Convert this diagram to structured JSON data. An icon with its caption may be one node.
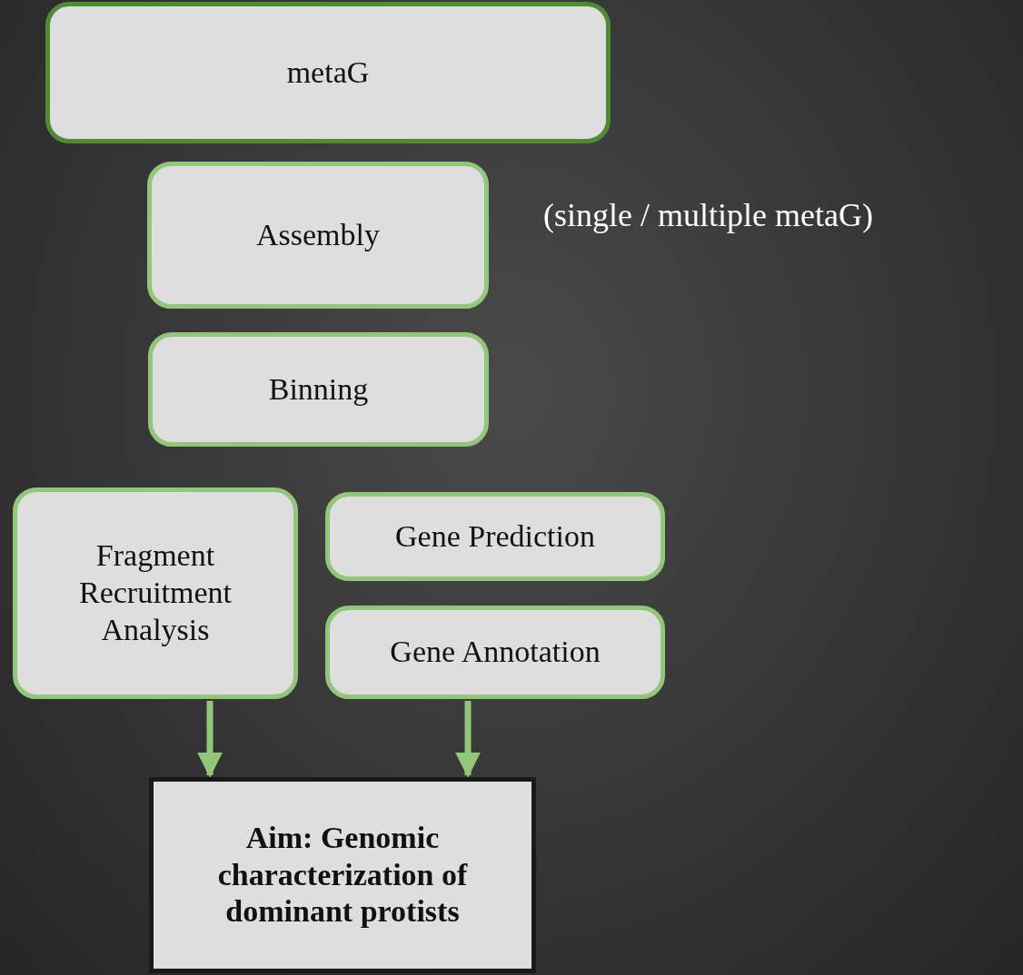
{
  "diagram": {
    "nodes": [
      {
        "text": [
          "metaG"
        ]
      },
      {
        "text": [
          "Assembly"
        ],
        "beside": [
          "(single / multiple metaG)"
        ]
      },
      {
        "text": [
          "Binning"
        ]
      },
      {
        "text": [
          "Fragment Recruitment Analysis"
        ]
      },
      {
        "text": [
          "Gene Prediction"
        ]
      },
      {
        "text": [
          "Gene Annotation"
        ]
      },
      {
        "text": [
          "Aim: Genomic characterization of dominant protists"
        ]
      }
    ],
    "edges": [
      {
        "from": 3,
        "to": 6,
        "arrow": "to"
      },
      {
        "from": 5,
        "to": 6,
        "arrow": "to"
      }
    ]
  }
}
